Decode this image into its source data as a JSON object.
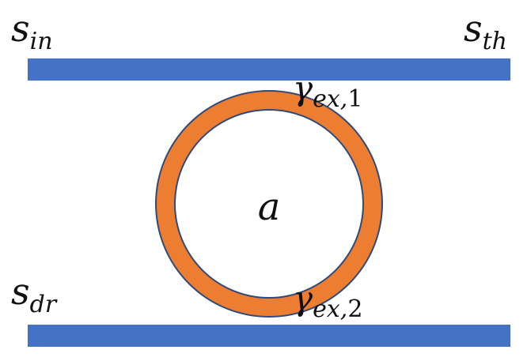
{
  "colors": {
    "waveguide": "#4472C4",
    "waveguide_edge": "#3A63AD",
    "ring": "#ED7D31",
    "ring_edge": "#2F4A7A",
    "background": "#FFFFFF",
    "text": "#111111"
  },
  "labels": {
    "input": {
      "base": "s",
      "sub": "in"
    },
    "through": {
      "base": "s",
      "sub": "th"
    },
    "drop": {
      "base": "s",
      "sub": "dr"
    },
    "coupling_top": {
      "base": "γ",
      "sub_italic": "ex,",
      "sub_num": "1"
    },
    "coupling_bottom": {
      "base": "γ",
      "sub_italic": "ex,",
      "sub_num": "2"
    },
    "mode_amplitude": "a"
  }
}
